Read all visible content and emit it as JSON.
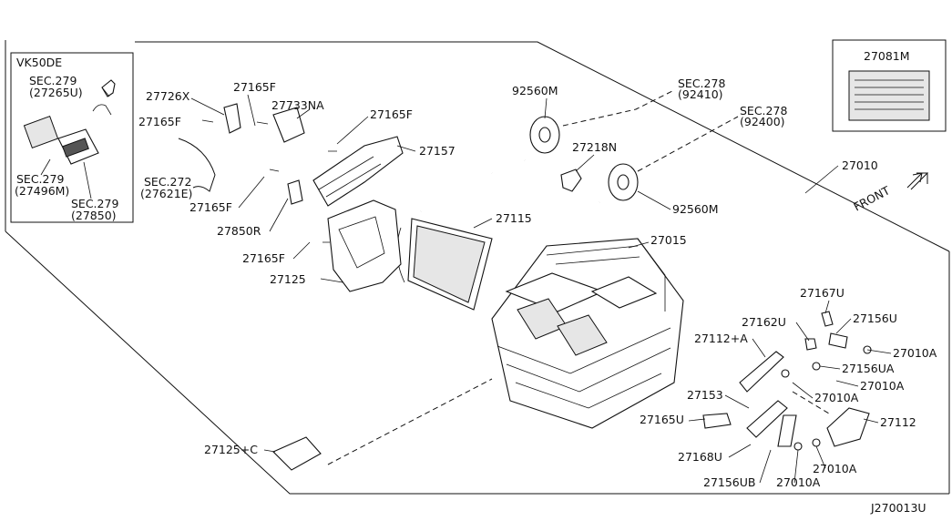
{
  "diagram_code": "J270013U",
  "inset": {
    "title": "VK50DE",
    "labels": [
      "SEC.279",
      "(27265U)",
      "SEC.279",
      "(27496M)",
      "SEC.279",
      "(27850)"
    ]
  },
  "label_box": {
    "part": "27081M"
  },
  "front_label": "FRONT",
  "callouts": [
    "27726X",
    "27165F",
    "27733NA",
    "27165F",
    "27165F",
    "27157",
    "SEC.272",
    "(27621E)",
    "27165F",
    "27850R",
    "27165F",
    "27125",
    "92560M",
    "SEC.278",
    "(92410)",
    "SEC.278",
    "(92400)",
    "27218N",
    "92560M",
    "27010",
    "27115",
    "27015",
    "27167U",
    "27162U",
    "27156U",
    "27112+A",
    "27010A",
    "27156UA",
    "27010A",
    "27010A",
    "27153",
    "27165U",
    "27112",
    "27125+C",
    "27168U",
    "27010A",
    "27156UB",
    "27010A"
  ]
}
